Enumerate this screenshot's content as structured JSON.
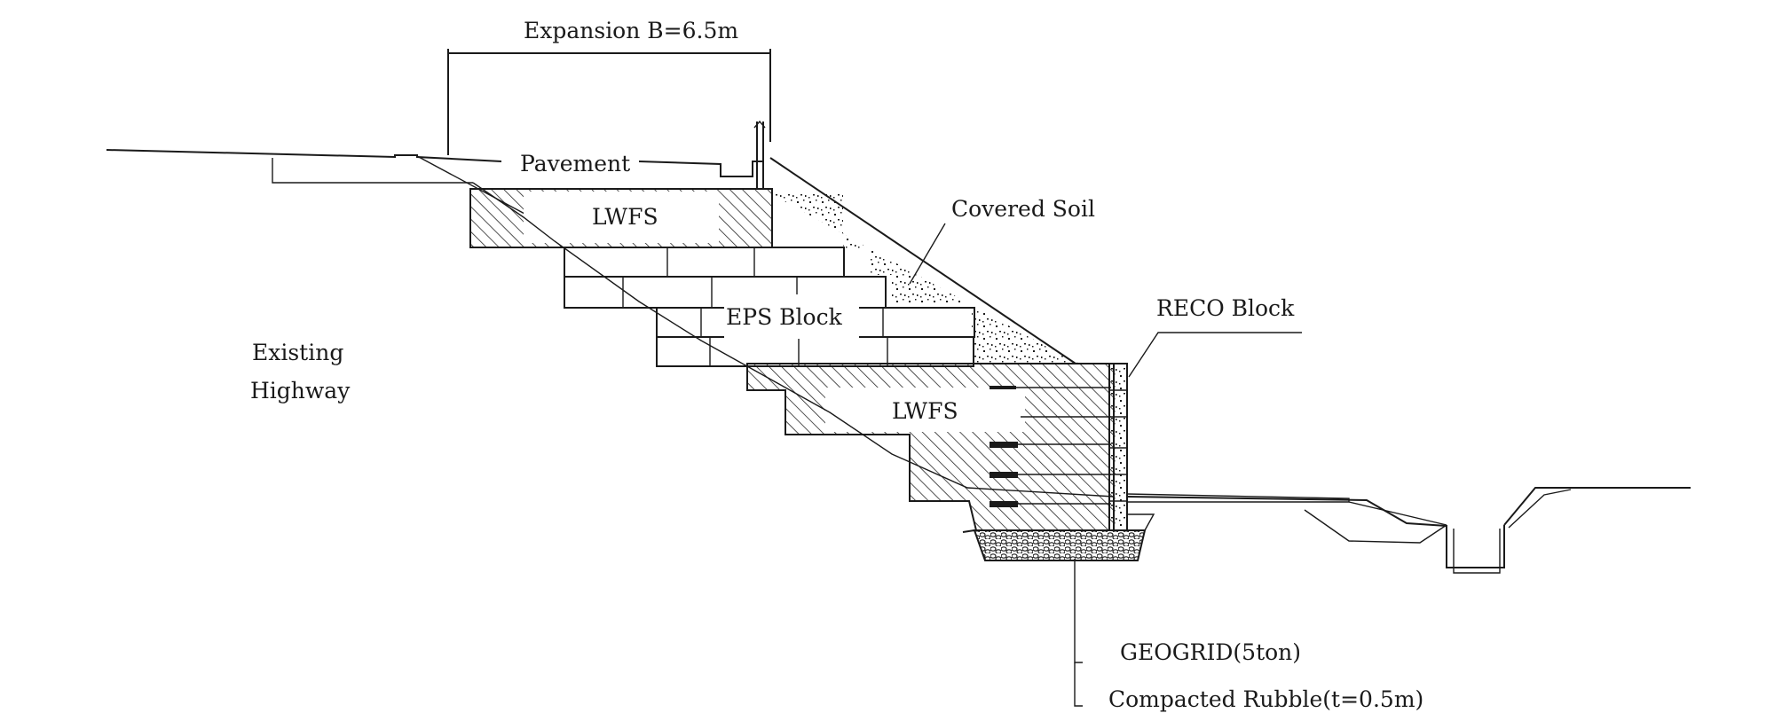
{
  "labels": {
    "expansion": "Expansion B=6.5m",
    "pavement": "Pavement",
    "lwfs_top": "LWFS",
    "covered_soil": "Covered Soil",
    "reco_block": "RECO Block",
    "existing": "Existing",
    "highway": "Highway",
    "eps_block": "EPS Block",
    "lwfs_bottom": "LWFS",
    "geogrid": "GEOGRID(5ton)",
    "compacted_rubble": "Compacted Rubble(t=0.5m)"
  },
  "colors": {
    "line": "#1a1a1a",
    "background": "#ffffff"
  }
}
